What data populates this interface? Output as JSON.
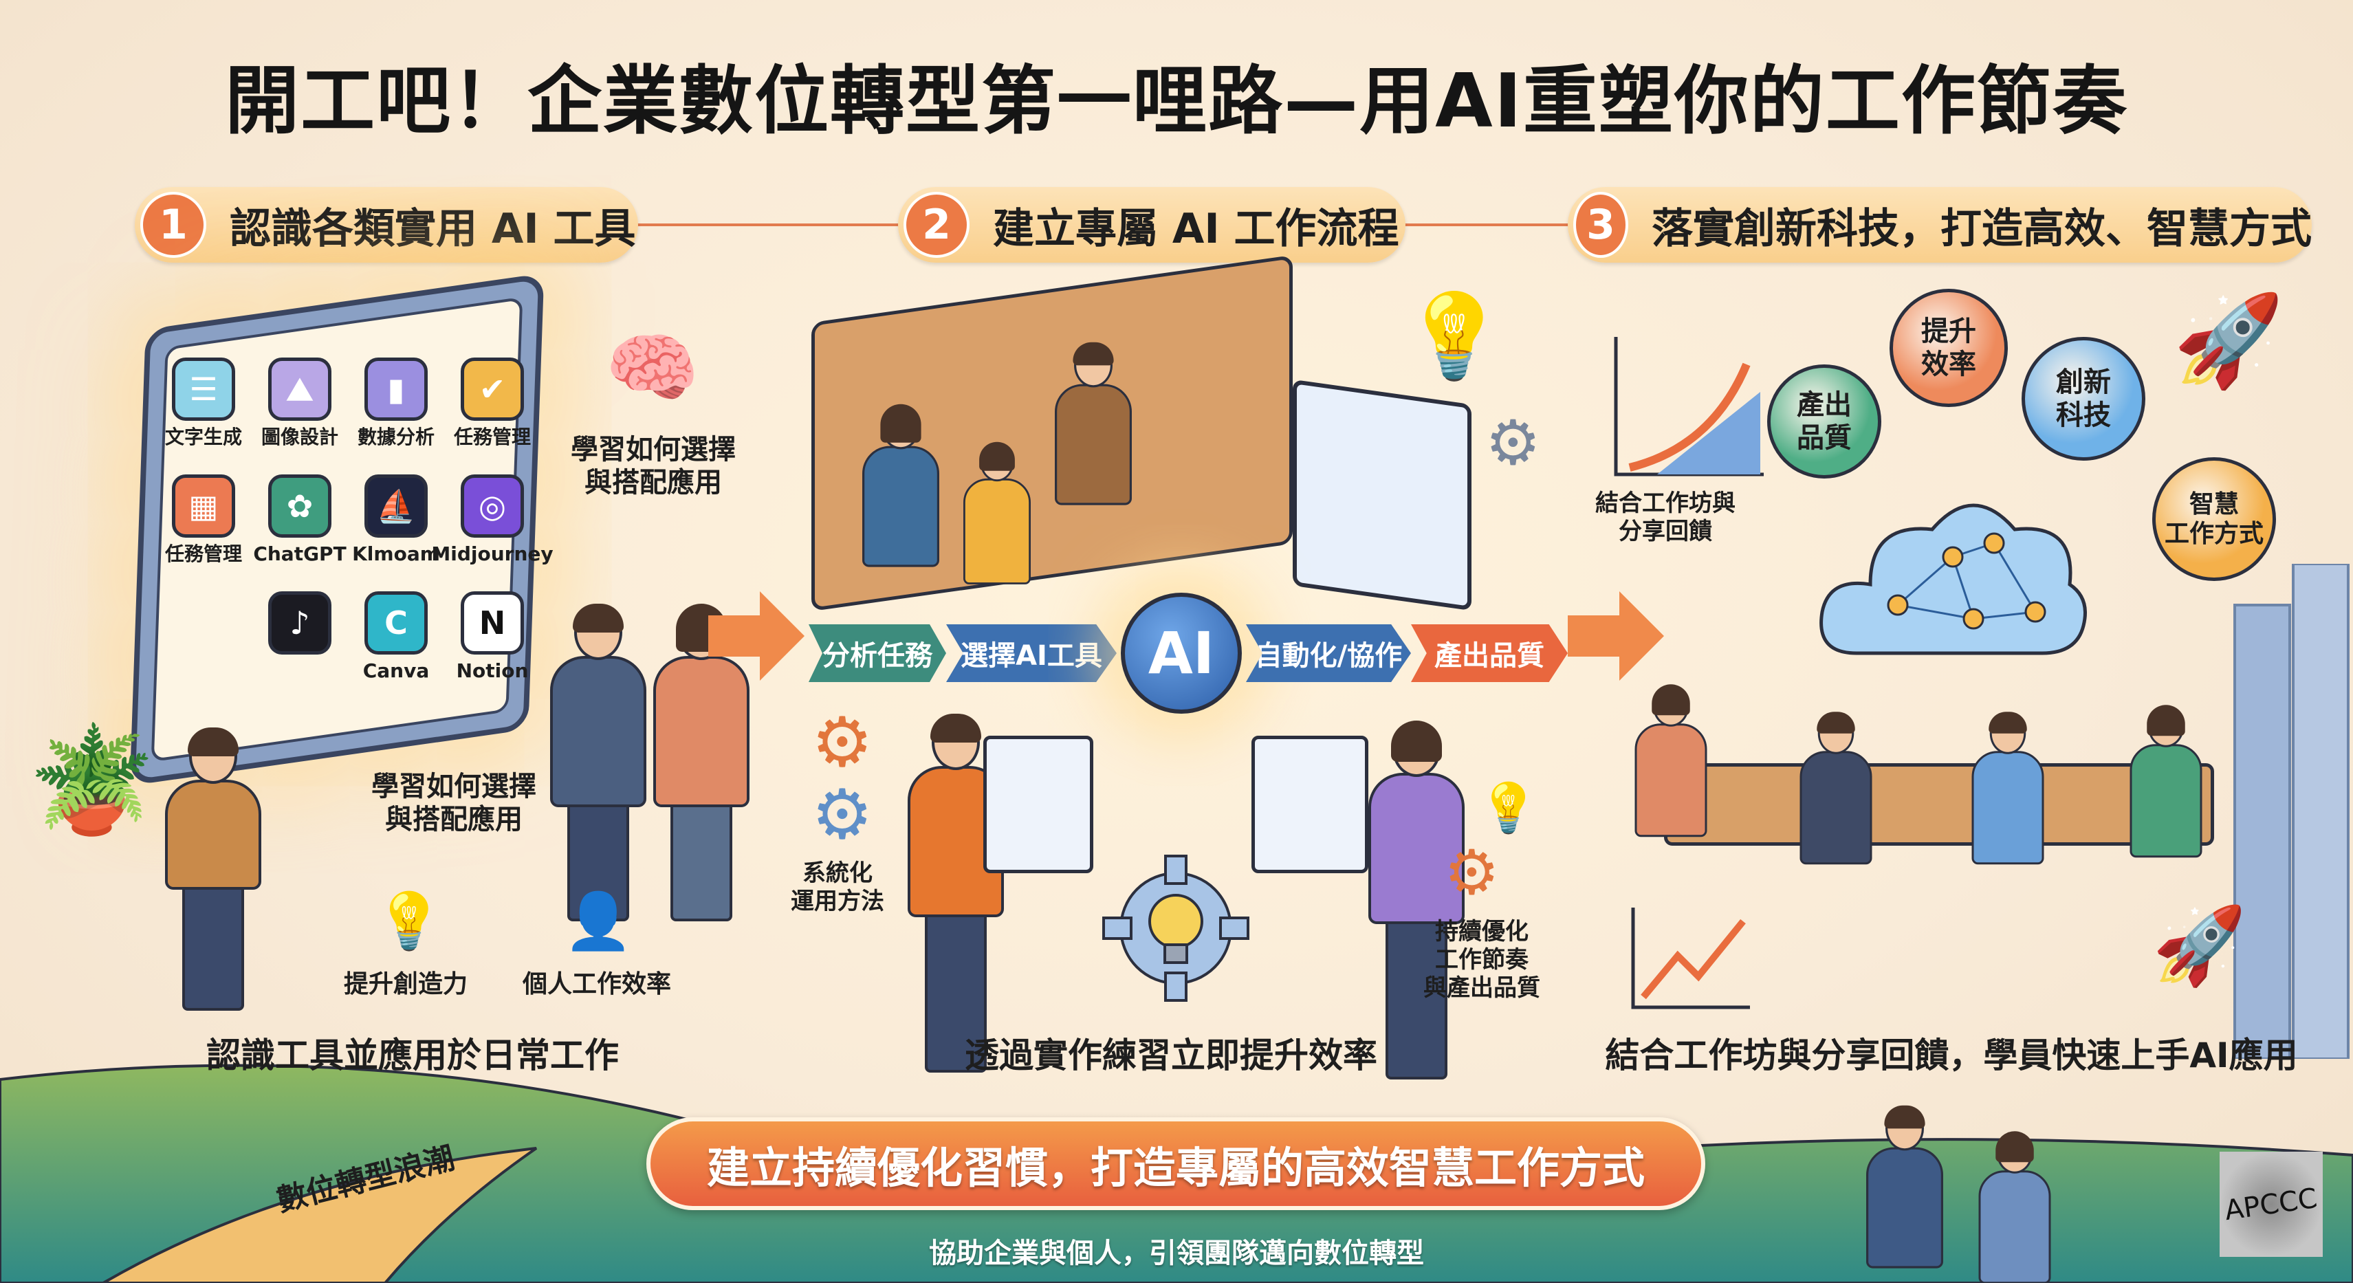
{
  "title": "開工吧！企業數位轉型第一哩路—用AI重塑你的工作節奏",
  "steps": [
    {
      "number": "1",
      "label": "認識各類實用 AI 工具"
    },
    {
      "number": "2",
      "label": "建立專屬 AI 工作流程"
    },
    {
      "number": "3",
      "label": "落實創新科技，打造高效、智慧方式"
    }
  ],
  "section1": {
    "apps": [
      {
        "label": "文字生成",
        "icon": "document-icon",
        "color": "#8fd3e8"
      },
      {
        "label": "圖像設計",
        "icon": "image-icon",
        "color": "#b9a7e6"
      },
      {
        "label": "數據分析",
        "icon": "bar-chart-icon",
        "color": "#9b8fe0"
      },
      {
        "label": "任務管理",
        "icon": "checkbox-icon",
        "color": "#f2b84a"
      },
      {
        "label": "ChatGPT",
        "icon": "chatgpt-icon",
        "color": "#3f9d7f"
      },
      {
        "label": "Klmoam",
        "icon": "sail-icon",
        "color": "#1f2540"
      },
      {
        "label": "Midjourney",
        "icon": "midjourney-icon",
        "color": "#7a4fd8"
      },
      {
        "label": "任務管理",
        "icon": "calendar-icon",
        "color": "#ec7a52"
      },
      {
        "label": "",
        "icon": "tiktok-icon",
        "color": "#1b1b22"
      },
      {
        "label": "Canva",
        "icon": "canva-icon",
        "color": "#2fb6c9"
      },
      {
        "label": "Notion",
        "icon": "notion-icon",
        "color": "#ffffff"
      }
    ],
    "learn_label_top": "學習如何選擇\n與搭配應用",
    "learn_label_bottom": "學習如何選擇\n與搭配應用",
    "creativity": "提升創造力",
    "efficiency": "個人工作效率",
    "caption": "認識工具並應用於日常工作",
    "wave": "數位轉型浪潮"
  },
  "section2": {
    "flow": [
      "分析任務",
      "選擇AI工具",
      "AI",
      "自動化/協作",
      "產出品質"
    ],
    "systematic": "系統化\n運用方法",
    "optimize": "持續優化\n工作節奏\n與產出品質",
    "caption": "透過實作練習立即提升效率"
  },
  "section3": {
    "workshop": "結合工作坊與\n分享回饋",
    "bubbles": [
      {
        "label": "產出\n品質",
        "color": "#4fae86"
      },
      {
        "label": "提升\n效率",
        "color": "#ee8a5c"
      },
      {
        "label": "創新\n科技",
        "color": "#6fb2e8"
      },
      {
        "label": "智慧\n工作方式",
        "color": "#f4b04a"
      }
    ],
    "caption": "結合工作坊與分享回饋，學員快速上手AI應用"
  },
  "banner": "建立持續優化習慣，打造專屬的高效智慧工作方式",
  "subtitle": "協助企業與個人，引領團隊邁向數位轉型",
  "watermark": "APCCC"
}
